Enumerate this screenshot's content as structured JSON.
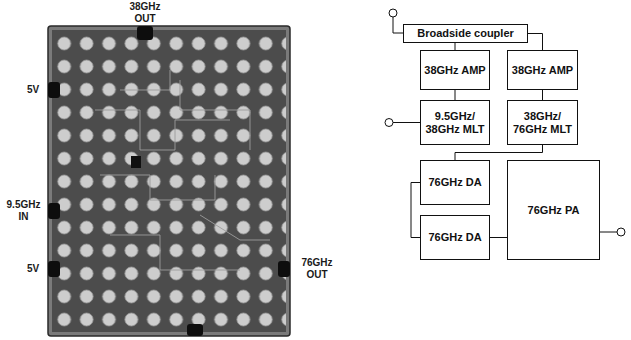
{
  "diagram": {
    "nodes": [
      {
        "text": [
          "Broadside coupler"
        ]
      },
      {
        "text": [
          "38GHz AMP"
        ]
      },
      {
        "text": [
          "38GHz AMP"
        ]
      },
      {
        "text": [
          "9.5GHz/ 38GHz MLT"
        ]
      },
      {
        "text": [
          "38GHz/ 76GHz MLT"
        ]
      },
      {
        "text": [
          "76GHz DA"
        ]
      },
      {
        "text": [
          "76GHz PA"
        ]
      },
      {
        "text": [
          "76GHz DA"
        ]
      }
    ],
    "edges": [
      {
        "from": 0,
        "to": 1,
        "arrow": "none"
      },
      {
        "from": 0,
        "to": 2,
        "arrow": "none"
      },
      {
        "from": 3,
        "to": 1,
        "arrow": "none"
      },
      {
        "from": 2,
        "to": 4,
        "arrow": "none"
      },
      {
        "from": 4,
        "to": 5,
        "arrow": "none"
      },
      {
        "from": 5,
        "to": 7,
        "arrow": "none"
      },
      {
        "from": 7,
        "to": 6,
        "arrow": "none"
      }
    ],
    "labels": [
      "38GHz OUT",
      "5V",
      "9.5GHz IN",
      "5V",
      "76GHz OUT"
    ]
  }
}
